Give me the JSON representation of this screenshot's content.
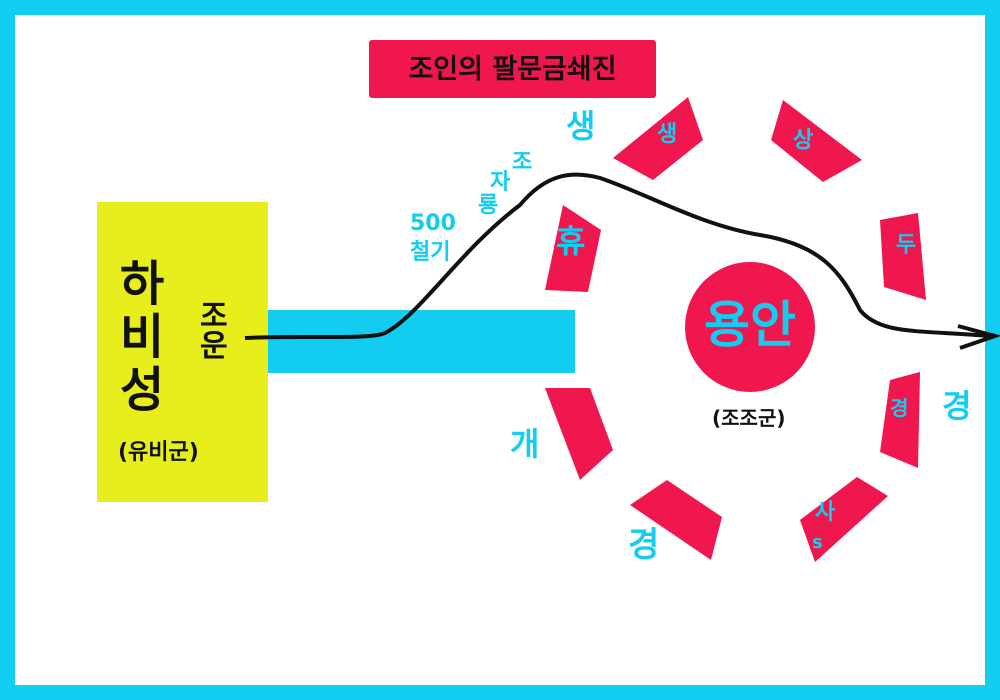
{
  "title": "조인의 팔문금쇄진",
  "castle": {
    "name": "하비성",
    "army": "(유비군)",
    "defender": "조운"
  },
  "center": {
    "name": "용안",
    "army": "(조조군)"
  },
  "attack": {
    "cavalry_line1": "500",
    "cavalry_line2": "철기",
    "commanders": [
      "조",
      "자",
      "룡"
    ]
  },
  "gates": [
    {
      "inner": "생",
      "outer": "생"
    },
    {
      "inner": "상",
      "outer": ""
    },
    {
      "inner": "두",
      "outer": ""
    },
    {
      "inner": "경",
      "outer": "경"
    },
    {
      "inner": "사",
      "sub": "s",
      "outer": ""
    },
    {
      "inner": "",
      "outer": "경"
    },
    {
      "inner": "",
      "outer": "개"
    },
    {
      "inner": "휴",
      "outer": ""
    }
  ],
  "colors": {
    "frame": "#13cdf0",
    "accent": "#f0164e",
    "castle": "#e8ee1c"
  }
}
